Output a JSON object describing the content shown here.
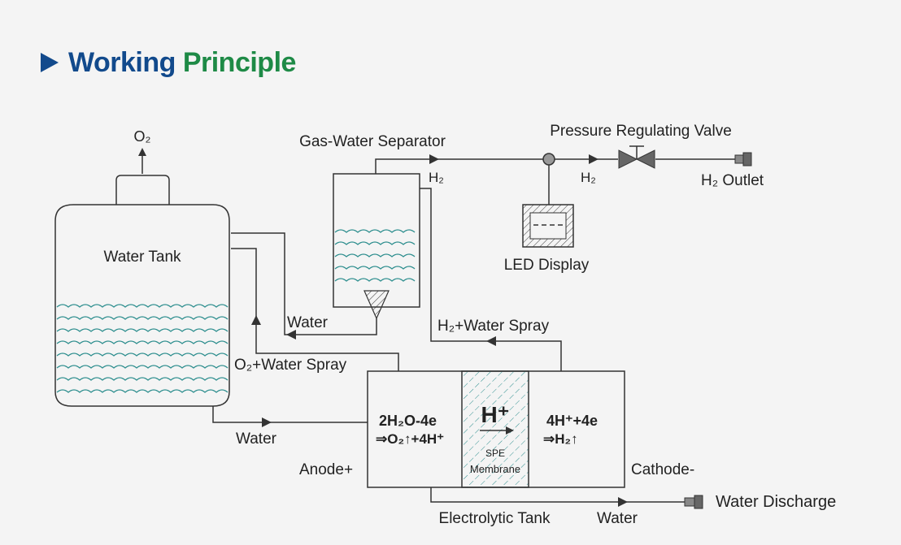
{
  "header": {
    "title_part1": "Working",
    "title_part2": "Principle"
  },
  "labels": {
    "o2_top": "O₂",
    "water_tank": "Water Tank",
    "gas_water_separator": "Gas-Water Separator",
    "h2_separator": "H₂",
    "pressure_valve": "Pressure Regulating Valve",
    "h2_mid": "H₂",
    "h2_outlet": "H₂ Outlet",
    "led_display": "LED Display",
    "water_return": "Water",
    "h2_water_spray": "H₂+Water Spray",
    "o2_water_spray": "O₂+Water Spray",
    "water_in": "Water",
    "anode_eq1": "2H₂O-4e",
    "anode_eq2": "⇒O₂↑+4H⁺",
    "h_plus": "H⁺",
    "spe": "SPE",
    "membrane": "Membrane",
    "cathode_eq1": "4H⁺+4e",
    "cathode_eq2": "⇒H₂↑",
    "anode": "Anode+",
    "cathode": "Cathode-",
    "electrolytic_tank": "Electrolytic Tank",
    "water_bottom": "Water",
    "water_discharge": "Water Discharge"
  },
  "colors": {
    "title_blue": "#124a8c",
    "title_green": "#1e8a46",
    "water": "#2f8f8f"
  }
}
